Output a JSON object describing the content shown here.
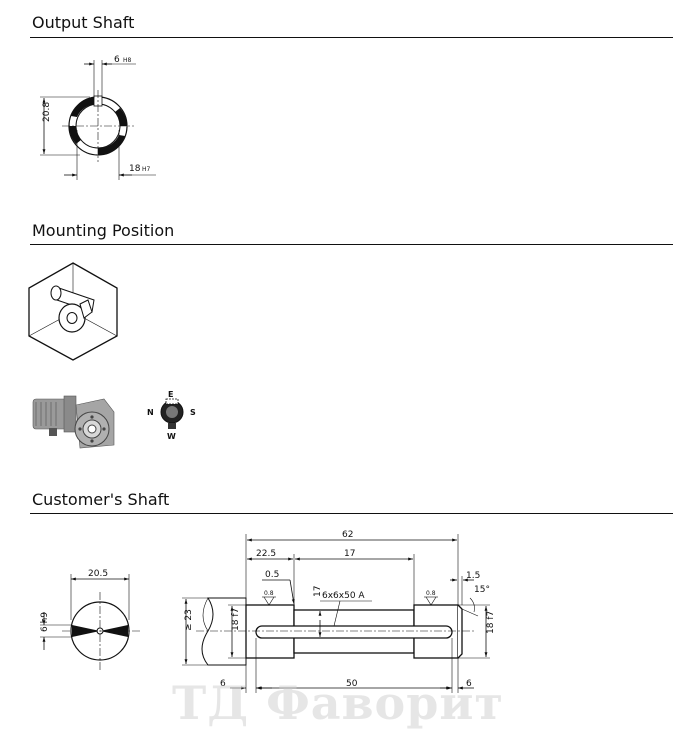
{
  "sections": {
    "output_shaft": {
      "title": "Output Shaft"
    },
    "mounting_position": {
      "title": "Mounting Position"
    },
    "customers_shaft": {
      "title": "Customer's Shaft"
    }
  },
  "output_shaft_dims": {
    "key_width": "6",
    "key_width_tol": "H8",
    "bore_height": "20.8",
    "bore": "18",
    "bore_tol": "H7"
  },
  "compass": {
    "n": "N",
    "s": "S",
    "e": "E",
    "w": "W"
  },
  "customer_shaft_dims": {
    "end_width": "20.5",
    "end_key": "6 h9",
    "overall": "62",
    "to_key": "22.5",
    "key_len": "17",
    "chamfer_left": "0.5",
    "roughness_left": "0.8",
    "roughness_right": "0.8",
    "key_spec": "6x6x50 A",
    "key_depth": "17",
    "min_dia": "≥ 23",
    "dia_left": "18 f7",
    "dia_right": "18 f7",
    "groove": "1.5",
    "angle": "15°",
    "left_6": "6",
    "length_50": "50",
    "right_6": "6"
  },
  "watermark": "ТД Фаворит",
  "colors": {
    "line": "#111111",
    "fill_black": "#111111",
    "motor_grey": "#8a8a8a"
  }
}
